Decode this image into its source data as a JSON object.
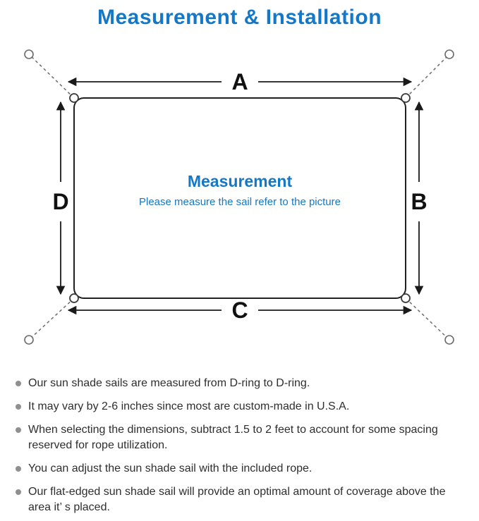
{
  "page": {
    "title": "Measurement & Installation"
  },
  "diagram": {
    "labels": {
      "top": "A",
      "right": "B",
      "bottom": "C",
      "left": "D"
    },
    "center_title": "Measurement",
    "center_subtitle": "Please measure the sail refer to the picture"
  },
  "notes": {
    "items": [
      "Our sun shade sails are measured from D-ring to D-ring.",
      "It may vary by 2-6 inches since most are custom-made in U.S.A.",
      "When selecting the dimensions, subtract 1.5 to 2 feet to account for some spacing reserved for rope utilization.",
      "You can adjust the sun shade sail with the included rope.",
      "Our flat-edged sun shade sail will provide an optimal amount of coverage above the area it’ s placed."
    ]
  },
  "colors": {
    "accent_blue": "#1478c8",
    "line_black": "#1a1a1a",
    "rope_gray": "#6b6b6b",
    "bullet_gray": "#8f8f8f",
    "text_dark": "#2e2e2e"
  }
}
